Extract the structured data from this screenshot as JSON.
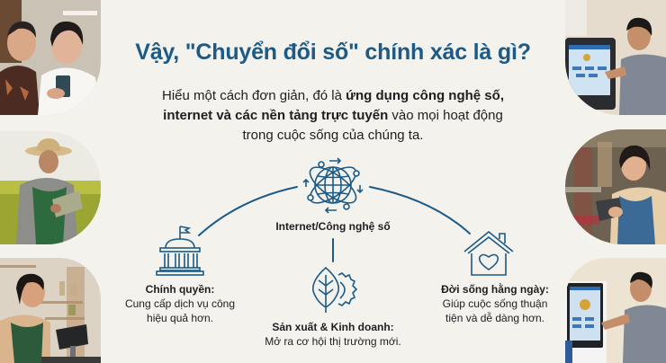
{
  "slide": {
    "title": "Vậy, \"Chuyển đổi số\" chính xác là gì?",
    "intro": {
      "part1": "Hiểu một cách đơn giản, đó là ",
      "bold1": "ứng dụng công nghệ số,",
      "bold2": "internet và các nền tảng trực tuyến",
      "part2": " vào mọi hoạt động",
      "line3": "trong cuộc sống của chúng ta."
    },
    "center_node": {
      "icon": "globe-network-icon",
      "label": "Internet/Công nghệ số"
    },
    "nodes": [
      {
        "icon": "government-building-icon",
        "heading": "Chính quyền:",
        "line1": "Cung cấp dịch vụ công",
        "line2": "hiệu quả hơn."
      },
      {
        "icon": "leaf-gear-icon",
        "heading": "Sản xuất & Kinh doanh:",
        "line1": "Mở ra cơ hội thị trường mới."
      },
      {
        "icon": "house-heart-icon",
        "heading": "Đời sống hằng ngày:",
        "line1": "Giúp cuộc sống thuận",
        "line2": "tiện và dễ dàng hơn."
      }
    ],
    "photos": [
      {
        "position": "left-top",
        "subject": "two women looking at smartphone"
      },
      {
        "position": "left-middle",
        "subject": "farmer with tablet in rice field"
      },
      {
        "position": "left-bottom",
        "subject": "shop owner using POS terminal"
      },
      {
        "position": "right-top",
        "subject": "man using public service kiosk"
      },
      {
        "position": "right-middle",
        "subject": "shopkeeper with tablet"
      },
      {
        "position": "right-bottom",
        "subject": "man using self-service kiosk"
      }
    ],
    "colors": {
      "accent": "#1c5a87",
      "background": "#f3f2ed",
      "text": "#1e1e1e"
    }
  }
}
